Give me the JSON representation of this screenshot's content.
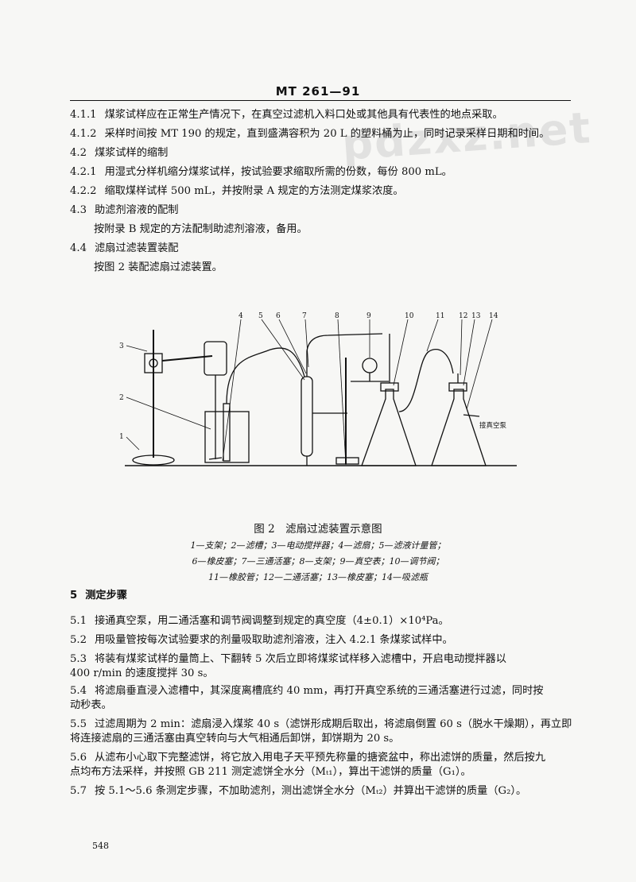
{
  "header": {
    "standard_no": "MT 261—91"
  },
  "watermark": {
    "text": "pdzxz.net"
  },
  "paragraphs": [
    {
      "num": "4.1.1",
      "text": "煤浆试样应在正常生产情况下，在真空过滤机入料口处或其他具有代表性的地点采取。"
    },
    {
      "num": "4.1.2",
      "text": "采样时间按 MT 190 的规定，直到盛满容积为 20 L 的塑料桶为止，同时记录采样日期和时间。"
    },
    {
      "num": "4.2",
      "text": "煤浆试样的缩制"
    },
    {
      "num": "4.2.1",
      "text": "用湿式分样机缩分煤浆试样，按试验要求缩取所需的份数，每份 800 mL。"
    },
    {
      "num": "4.2.2",
      "text": "缩取煤样试样 500 mL，并按附录 A 规定的方法测定煤浆浓度。"
    },
    {
      "num": "4.3",
      "text": "助滤剂溶液的配制"
    },
    {
      "num": "",
      "text": "按附录 B 规定的方法配制助滤剂溶液，备用。"
    },
    {
      "num": "4.4",
      "text": "滤扇过滤装置装配"
    },
    {
      "num": "",
      "text": "按图 2 装配滤扇过滤装置。"
    }
  ],
  "figure": {
    "labels": [
      "1",
      "2",
      "3",
      "4",
      "5",
      "6",
      "7",
      "8",
      "9",
      "10",
      "11",
      "12",
      "13",
      "14"
    ],
    "vacuum_text": "接真空泵",
    "caption": "图 2　滤扇过滤装置示意图",
    "legend": [
      "1—支架；2—滤槽；3—电动搅拌器；4—滤扇；5—滤液计量管；",
      "6—橡皮塞；7—三通活塞；8—支架；9—真空表；10—调节阀；",
      "11—橡胶管；12—二通活塞；13—橡皮塞；14—吸滤瓶"
    ]
  },
  "section5": {
    "num": "5",
    "title": "测定步骤"
  },
  "steps": [
    {
      "num": "5.1",
      "lines": [
        "接通真空泵，用二通活塞和调节阀调整到规定的真空度（4±0.1）×10⁴Pa。"
      ]
    },
    {
      "num": "5.2",
      "lines": [
        "用吸量管按每次试验要求的剂量吸取助滤剂溶液，注入 4.2.1 条煤浆试样中。"
      ]
    },
    {
      "num": "5.3",
      "lines": [
        "将装有煤浆试样的量筒上、下翻转 5 次后立即将煤浆试样移入滤槽中，开启电动搅拌器以",
        "400 r/min 的速度搅拌 30 s。"
      ]
    },
    {
      "num": "5.4",
      "lines": [
        "将滤扇垂直浸入滤槽中，其深度离槽底约 40 mm，再打开真空系统的三通活塞进行过滤，同时按",
        "动秒表。"
      ]
    },
    {
      "num": "5.5",
      "lines": [
        "过滤周期为 2 min：滤扇浸入煤浆 40 s（滤饼形成期后取出，将滤扇倒置 60 s（脱水干燥期），再立即",
        "将连接滤扇的三通活塞由真空转向与大气相通后卸饼，卸饼期为 20 s。"
      ]
    },
    {
      "num": "5.6",
      "lines": [
        "从滤布小心取下完整滤饼，将它放入用电子天平预先称量的搪瓷盆中，称出滤饼的质量，然后按九",
        "点均布方法采样，并按照 GB 211 测定滤饼全水分（Mₜ₁），算出干滤饼的质量（G₁）。"
      ]
    },
    {
      "num": "5.7",
      "lines": [
        "按 5.1～5.6 条测定步骤，不加助滤剂，测出滤饼全水分（Mₜ₂）并算出干滤饼的质量（G₂）。"
      ]
    }
  ],
  "page_number": "548"
}
